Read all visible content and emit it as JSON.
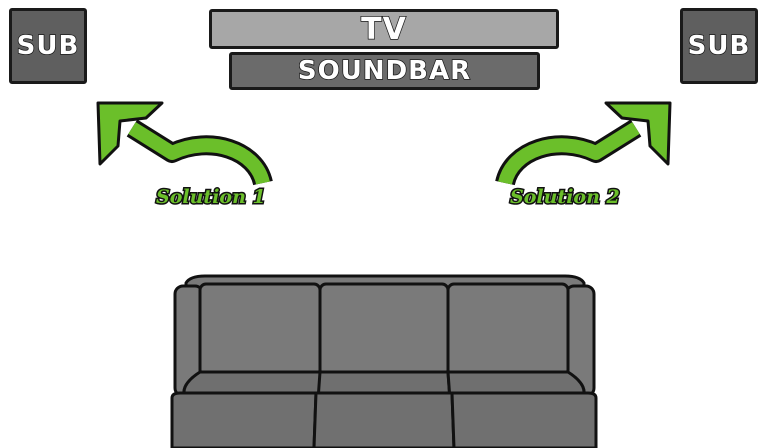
{
  "speakers": {
    "sub_left": "SUB",
    "sub_right": "SUB"
  },
  "front": {
    "tv": "TV",
    "soundbar": "SOUNDBAR"
  },
  "solutions": {
    "solution_1": "Solution 1",
    "solution_2": "Solution 2"
  },
  "colors": {
    "arrow_green": "#6bbf2a",
    "sofa_gray": "#7a7a7a",
    "sub_gray": "#5f5f5f",
    "tv_gray": "#a7a7a7",
    "soundbar_gray": "#6b6b6b",
    "outline": "#1a1a1a"
  },
  "icons": {
    "arrow_left": "curved-arrow-up-left-icon",
    "arrow_right": "curved-arrow-up-right-icon",
    "sofa": "sofa-icon"
  }
}
